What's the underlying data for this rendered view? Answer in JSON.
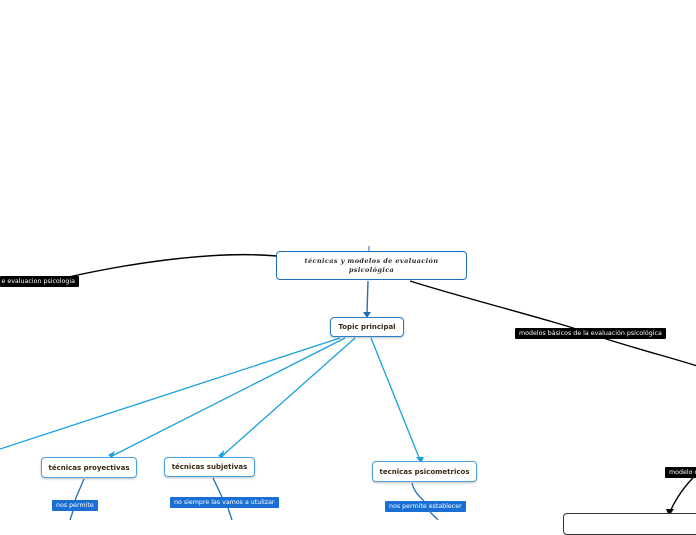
{
  "map": {
    "root": "técnicas y modelos de evaluación psicológica",
    "topic": "Topic principal",
    "branches": {
      "proyectivas": "técnicas proyectivas",
      "subjetivas": "técnicas subjetivas",
      "psicometricos": "tecnicas psicometricos"
    },
    "labels": {
      "evaluacion": "e evaluacion psicologia",
      "modelos": "modelos básicos de la evaluación psicológica",
      "modelo_partial": "modelo c",
      "nos_permite": "nos permite",
      "no_siempre": "no siempre las vamos a utulizar",
      "permite_establecer": "nos permite establecer"
    }
  },
  "colors": {
    "blue_link": "#19a0e0",
    "dark_link": "#000000",
    "label_blue": "#1a6fd4",
    "label_dark": "#000000",
    "root_border": "#1f6fb8"
  }
}
